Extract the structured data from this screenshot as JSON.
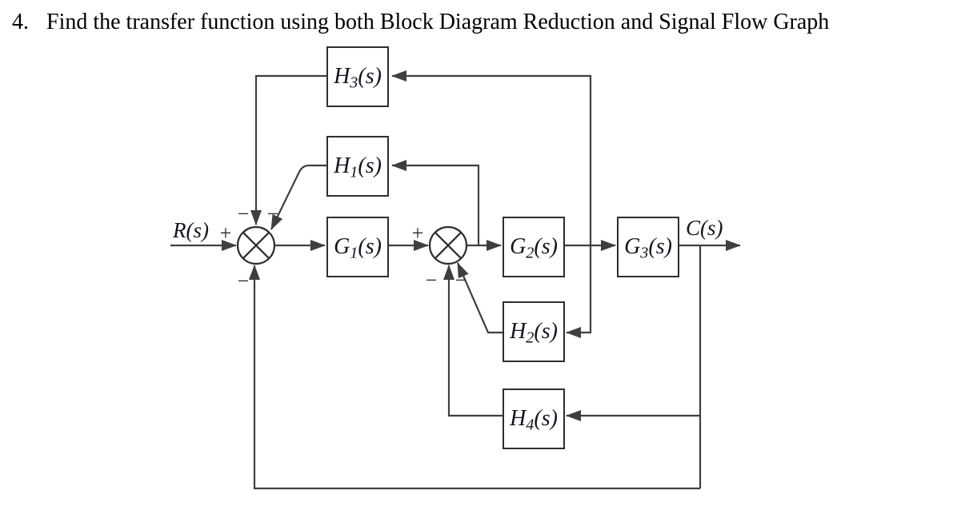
{
  "title": {
    "number": "4.",
    "text": "Find the transfer function using both Block Diagram Reduction and Signal Flow Graph"
  },
  "diagram": {
    "input_label": {
      "base": "R",
      "arg": "(s)"
    },
    "output_label": {
      "base": "C",
      "arg": "(s)"
    },
    "blocks": {
      "h3": {
        "base": "H",
        "sub": "3",
        "arg": "(s)"
      },
      "h1": {
        "base": "H",
        "sub": "1",
        "arg": "(s)"
      },
      "g1": {
        "base": "G",
        "sub": "1",
        "arg": "(s)"
      },
      "g2": {
        "base": "G",
        "sub": "2",
        "arg": "(s)"
      },
      "g3": {
        "base": "G",
        "sub": "3",
        "arg": "(s)"
      },
      "h2": {
        "base": "H",
        "sub": "2",
        "arg": "(s)"
      },
      "h4": {
        "base": "H",
        "sub": "4",
        "arg": "(s)"
      }
    },
    "signs": {
      "sj1_input": "+",
      "sj1_top": "−",
      "sj1_diag": "−",
      "sj1_bottom": "−",
      "sj2_input": "+",
      "sj2_bottom": "−",
      "sj2_diag": "−"
    },
    "colors": {
      "line": "#3f3f3f",
      "block_border": "#2e2e2e",
      "text": "#14141f"
    }
  }
}
